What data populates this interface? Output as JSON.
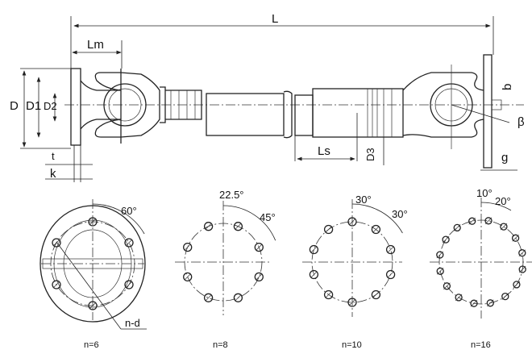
{
  "side_view": {
    "labels": {
      "L": "L",
      "Lm": "Lm",
      "D": "D",
      "D1": "D1",
      "D2": "D2",
      "Ls": "Ls",
      "D3": "D3",
      "b": "b",
      "beta": "β",
      "g": "g",
      "k": "k",
      "t": "t"
    }
  },
  "flange_patterns": [
    {
      "caption": "n=6",
      "n": 6,
      "angles": [
        "60°"
      ],
      "hole_label": "n-d",
      "start_deg": 0
    },
    {
      "caption": "n=8",
      "n": 8,
      "angles": [
        "22.5°",
        "45°"
      ],
      "start_deg": 22.5
    },
    {
      "caption": "n=10",
      "n": 10,
      "angles": [
        "30°",
        "30°"
      ],
      "start_deg": 0
    },
    {
      "caption": "n=16",
      "n": 16,
      "angles": [
        "10°",
        "20°"
      ],
      "start_deg": 10
    }
  ]
}
